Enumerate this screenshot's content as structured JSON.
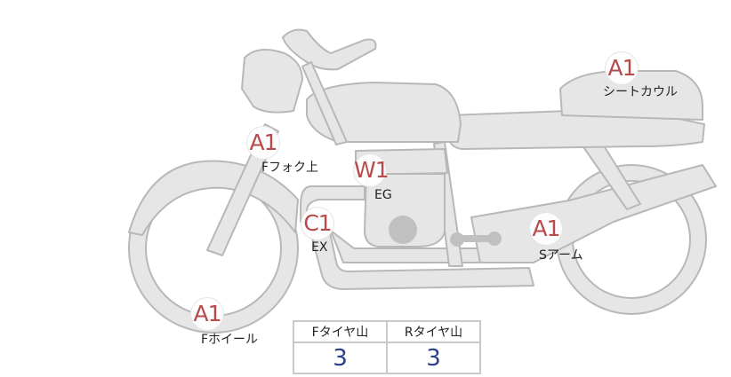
{
  "points": {
    "seat_cowl": {
      "grade": "A1",
      "label": "シートカウル"
    },
    "front_fork_upper": {
      "grade": "A1",
      "label": "Fフォク上"
    },
    "engine": {
      "grade": "W1",
      "label": "EG"
    },
    "exhaust": {
      "grade": "C1",
      "label": "EX"
    },
    "swing_arm": {
      "grade": "A1",
      "label": "Sアーム"
    },
    "front_wheel": {
      "grade": "A1",
      "label": "Fホイール"
    }
  },
  "tire_table": {
    "headers": [
      "Fタイヤ山",
      "Rタイヤ山"
    ],
    "values": [
      "3",
      "3"
    ]
  },
  "colors": {
    "grade_text": "#b74b4b",
    "value_text": "#2b3f8a",
    "bike_fill": "#e6e6e6",
    "bike_stroke": "#b8b8b8"
  }
}
